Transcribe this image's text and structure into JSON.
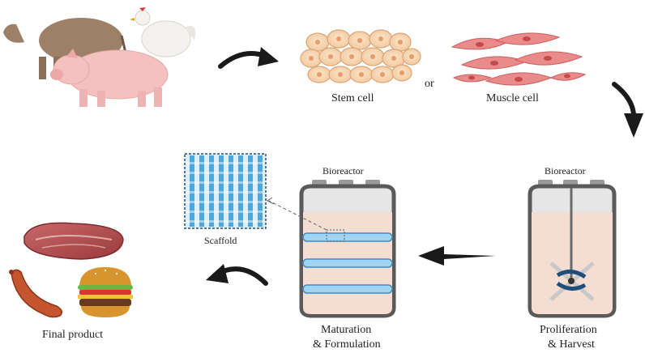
{
  "labels": {
    "stem_cell": "Stem cell",
    "or": "or",
    "muscle_cell": "Muscle cell",
    "bioreactor_left": "Bioreactor",
    "bioreactor_right": "Bioreactor",
    "scaffold": "Scaffold",
    "final_product": "Final product",
    "maturation_line1": "Maturation",
    "maturation_line2": "& Formulation",
    "proliferation_line1": "Proliferation",
    "proliferation_line2": "& Harvest"
  },
  "colors": {
    "arrow": "#1a1a1a",
    "medium": "#f6ddd2",
    "vessel_outline": "#5a5a5a",
    "scaffold_blue": "#4aa8e0",
    "plate_blue": "#9fd4f2"
  }
}
